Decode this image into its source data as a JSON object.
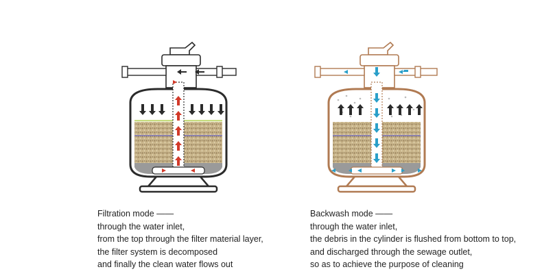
{
  "colors": {
    "filtration_outline": "#2b2b2b",
    "filtration_arrow": "#d23a2a",
    "backwash_outline": "#b07a52",
    "backwash_arrow": "#2a9fc9",
    "sand": "#c8b48a",
    "grass_line": "#b6d35a",
    "divider_line": "#5a5ad6",
    "bottom_gray": "#9a9a9a"
  },
  "filtration": {
    "title": "Filtration mode ——",
    "lines": [
      "through the water inlet,",
      "from the top through the filter material layer,",
      "the filter system is decomposed",
      "and finally the clean water flows out"
    ]
  },
  "backwash": {
    "title": "Backwash mode ——",
    "lines": [
      "through the water inlet,",
      "the debris in the cylinder is flushed from bottom to top,",
      "and discharged through the sewage outlet,",
      "so as to achieve the purpose of cleaning"
    ]
  }
}
